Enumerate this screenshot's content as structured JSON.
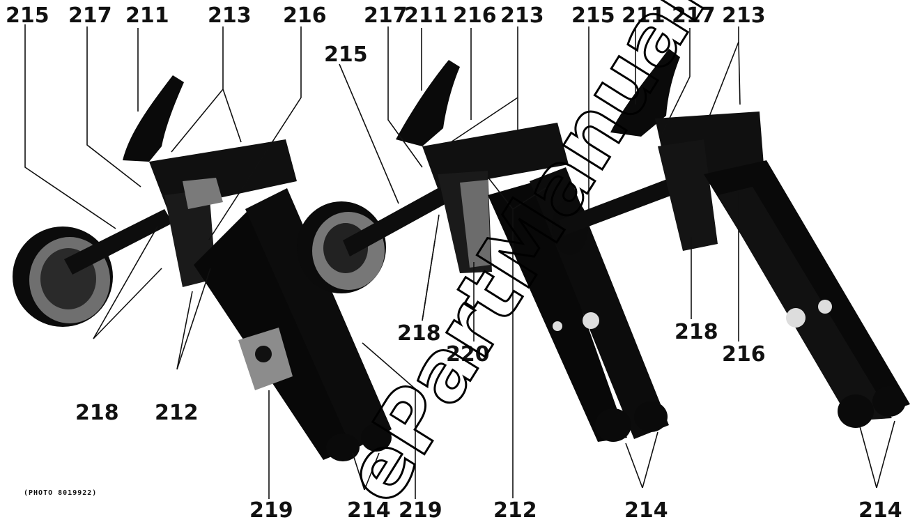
{
  "labels": {
    "a_215": "215",
    "a_217": "217",
    "a_211": "211",
    "a_213": "213",
    "a_216": "216",
    "a_218": "218",
    "a_212": "212",
    "a_219": "219",
    "a_214": "214",
    "b_215": "215",
    "b_217": "217",
    "b_211": "211",
    "b_216": "216",
    "b_213": "213",
    "b_218": "218",
    "b_220": "220",
    "b_212": "212",
    "b_214": "214",
    "b_219": "219",
    "c_215": "215",
    "c_211": "211",
    "c_217": "217",
    "c_213": "213",
    "c_218": "218",
    "c_216": "216",
    "c_214": "214"
  },
  "photo_caption": "(PHOTO 8019922)",
  "watermark": "ePartManuals.c"
}
